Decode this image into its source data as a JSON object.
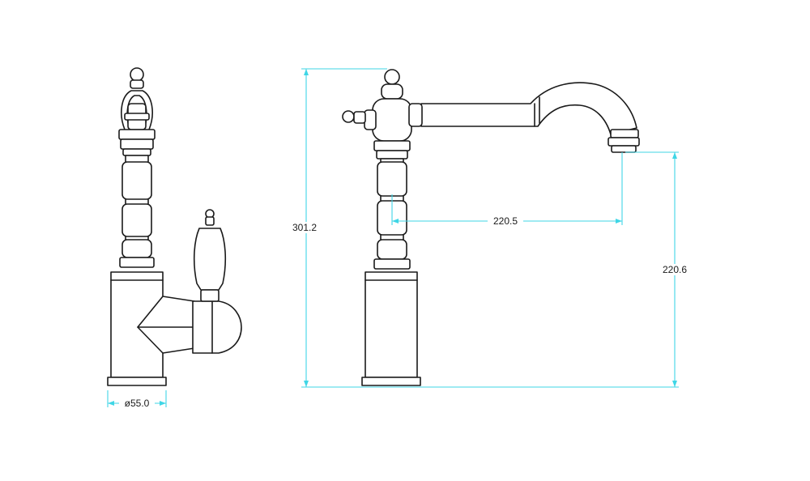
{
  "dimensions": {
    "base_diameter": "ø55.0",
    "total_height": "301.2",
    "spout_reach": "220.5",
    "spout_height": "220.6"
  },
  "colors": {
    "outline": "#1a1a1a",
    "dimension_lines": "#3fd6e6",
    "background": "#ffffff"
  }
}
